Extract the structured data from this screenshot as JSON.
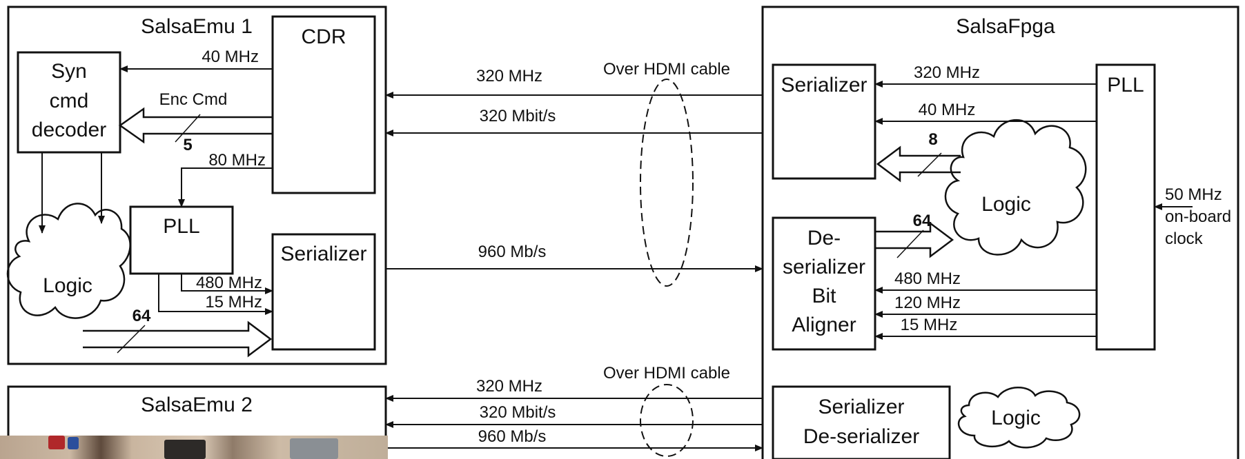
{
  "blocks": {
    "emu1_title": "SalsaEmu 1",
    "cdr": "CDR",
    "syn_cmd_decoder": [
      "Syn",
      "cmd",
      "decoder"
    ],
    "pll_emu1": "PLL",
    "logic_emu1": "Logic",
    "serializer_emu1": "Serializer",
    "fpga_title": "SalsaFpga",
    "serializer_fpga": "Serializer",
    "pll_fpga": "PLL",
    "logic_fpga": "Logic",
    "deserializer_fpga": [
      "De-",
      "serializer",
      "Bit",
      "Aligner"
    ],
    "emu2_title": "SalsaEmu 2",
    "serdes_fpga": [
      "Serializer",
      "De-serializer"
    ],
    "logic_fpga2": "Logic"
  },
  "labels": {
    "emu1_40mhz": "40 MHz",
    "enc_cmd": "Enc Cmd",
    "bus5": "5",
    "emu1_80mhz": "80 MHz",
    "emu1_480mhz": "480 MHz",
    "emu1_15mhz": "15 MHz",
    "bus64_emu1": "64",
    "link1_320mhz": "320 MHz",
    "link1_320mbit": "320 Mbit/s",
    "link1_960": "960 Mb/s",
    "hdmi1": "Over HDMI cable",
    "fpga_320mhz": "320 MHz",
    "fpga_40mhz": "40 MHz",
    "bus8": "8",
    "bus64_fpga": "64",
    "fpga_480mhz": "480 MHz",
    "fpga_120mhz": "120 MHz",
    "fpga_15mhz": "15 MHz",
    "onboard_clock": [
      "50 MHz",
      "on-board",
      "clock"
    ],
    "hdmi2": "Over HDMI cable",
    "link2_320mhz": "320 MHz",
    "link2_320mbit": "320 Mbit/s",
    "link2_960": "960 Mb/s"
  },
  "photo": "photo-strip"
}
